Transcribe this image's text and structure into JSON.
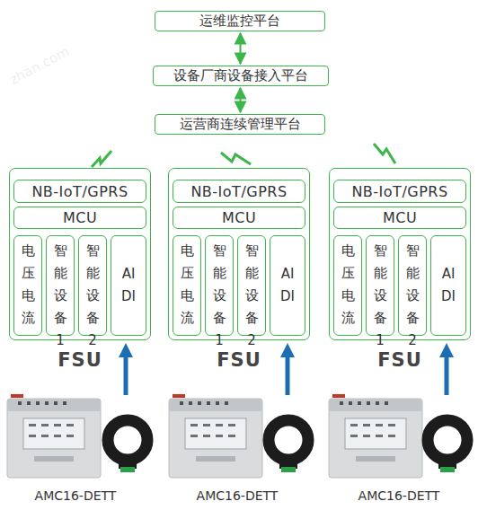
{
  "diagram": {
    "nodes": [
      {
        "text": [
          "运维监控平台"
        ]
      },
      {
        "text": [
          "设备厂商设备接入平台"
        ]
      },
      {
        "text": [
          "运营商连续管理平台"
        ]
      },
      {
        "text": [
          "FSU"
        ]
      },
      {
        "text": [
          "NB-IoT/GPRS"
        ],
        "in": 3
      },
      {
        "text": [
          "MCU"
        ],
        "in": 3
      },
      {
        "text": [
          "电压电流"
        ],
        "in": 3
      },
      {
        "text": [
          "智能设备1"
        ],
        "in": 3
      },
      {
        "text": [
          "智能设备2"
        ],
        "in": 3
      },
      {
        "text": [
          "AI DI"
        ],
        "in": 3
      },
      {
        "text": [
          "FSU"
        ]
      },
      {
        "text": [
          "NB-IoT/GPRS"
        ],
        "in": 10
      },
      {
        "text": [
          "MCU"
        ],
        "in": 10
      },
      {
        "text": [
          "电压电流"
        ],
        "in": 10
      },
      {
        "text": [
          "智能设备1"
        ],
        "in": 10
      },
      {
        "text": [
          "智能设备2"
        ],
        "in": 10
      },
      {
        "text": [
          "AI DI"
        ],
        "in": 10
      },
      {
        "text": [
          "FSU"
        ]
      },
      {
        "text": [
          "NB-IoT/GPRS"
        ],
        "in": 17
      },
      {
        "text": [
          "MCU"
        ],
        "in": 17
      },
      {
        "text": [
          "电压电流"
        ],
        "in": 17
      },
      {
        "text": [
          "智能设备1"
        ],
        "in": 17
      },
      {
        "text": [
          "智能设备2"
        ],
        "in": 17
      },
      {
        "text": [
          "AI DI"
        ],
        "in": 17
      }
    ],
    "edges": [
      {
        "from": 0,
        "to": 1,
        "arrow": "both"
      },
      {
        "from": 1,
        "to": 2,
        "arrow": "both"
      }
    ],
    "labels": [
      "AMC16-DETT",
      "AMC16-DETT",
      "AMC16-DETT",
      "zhan.com"
    ]
  }
}
